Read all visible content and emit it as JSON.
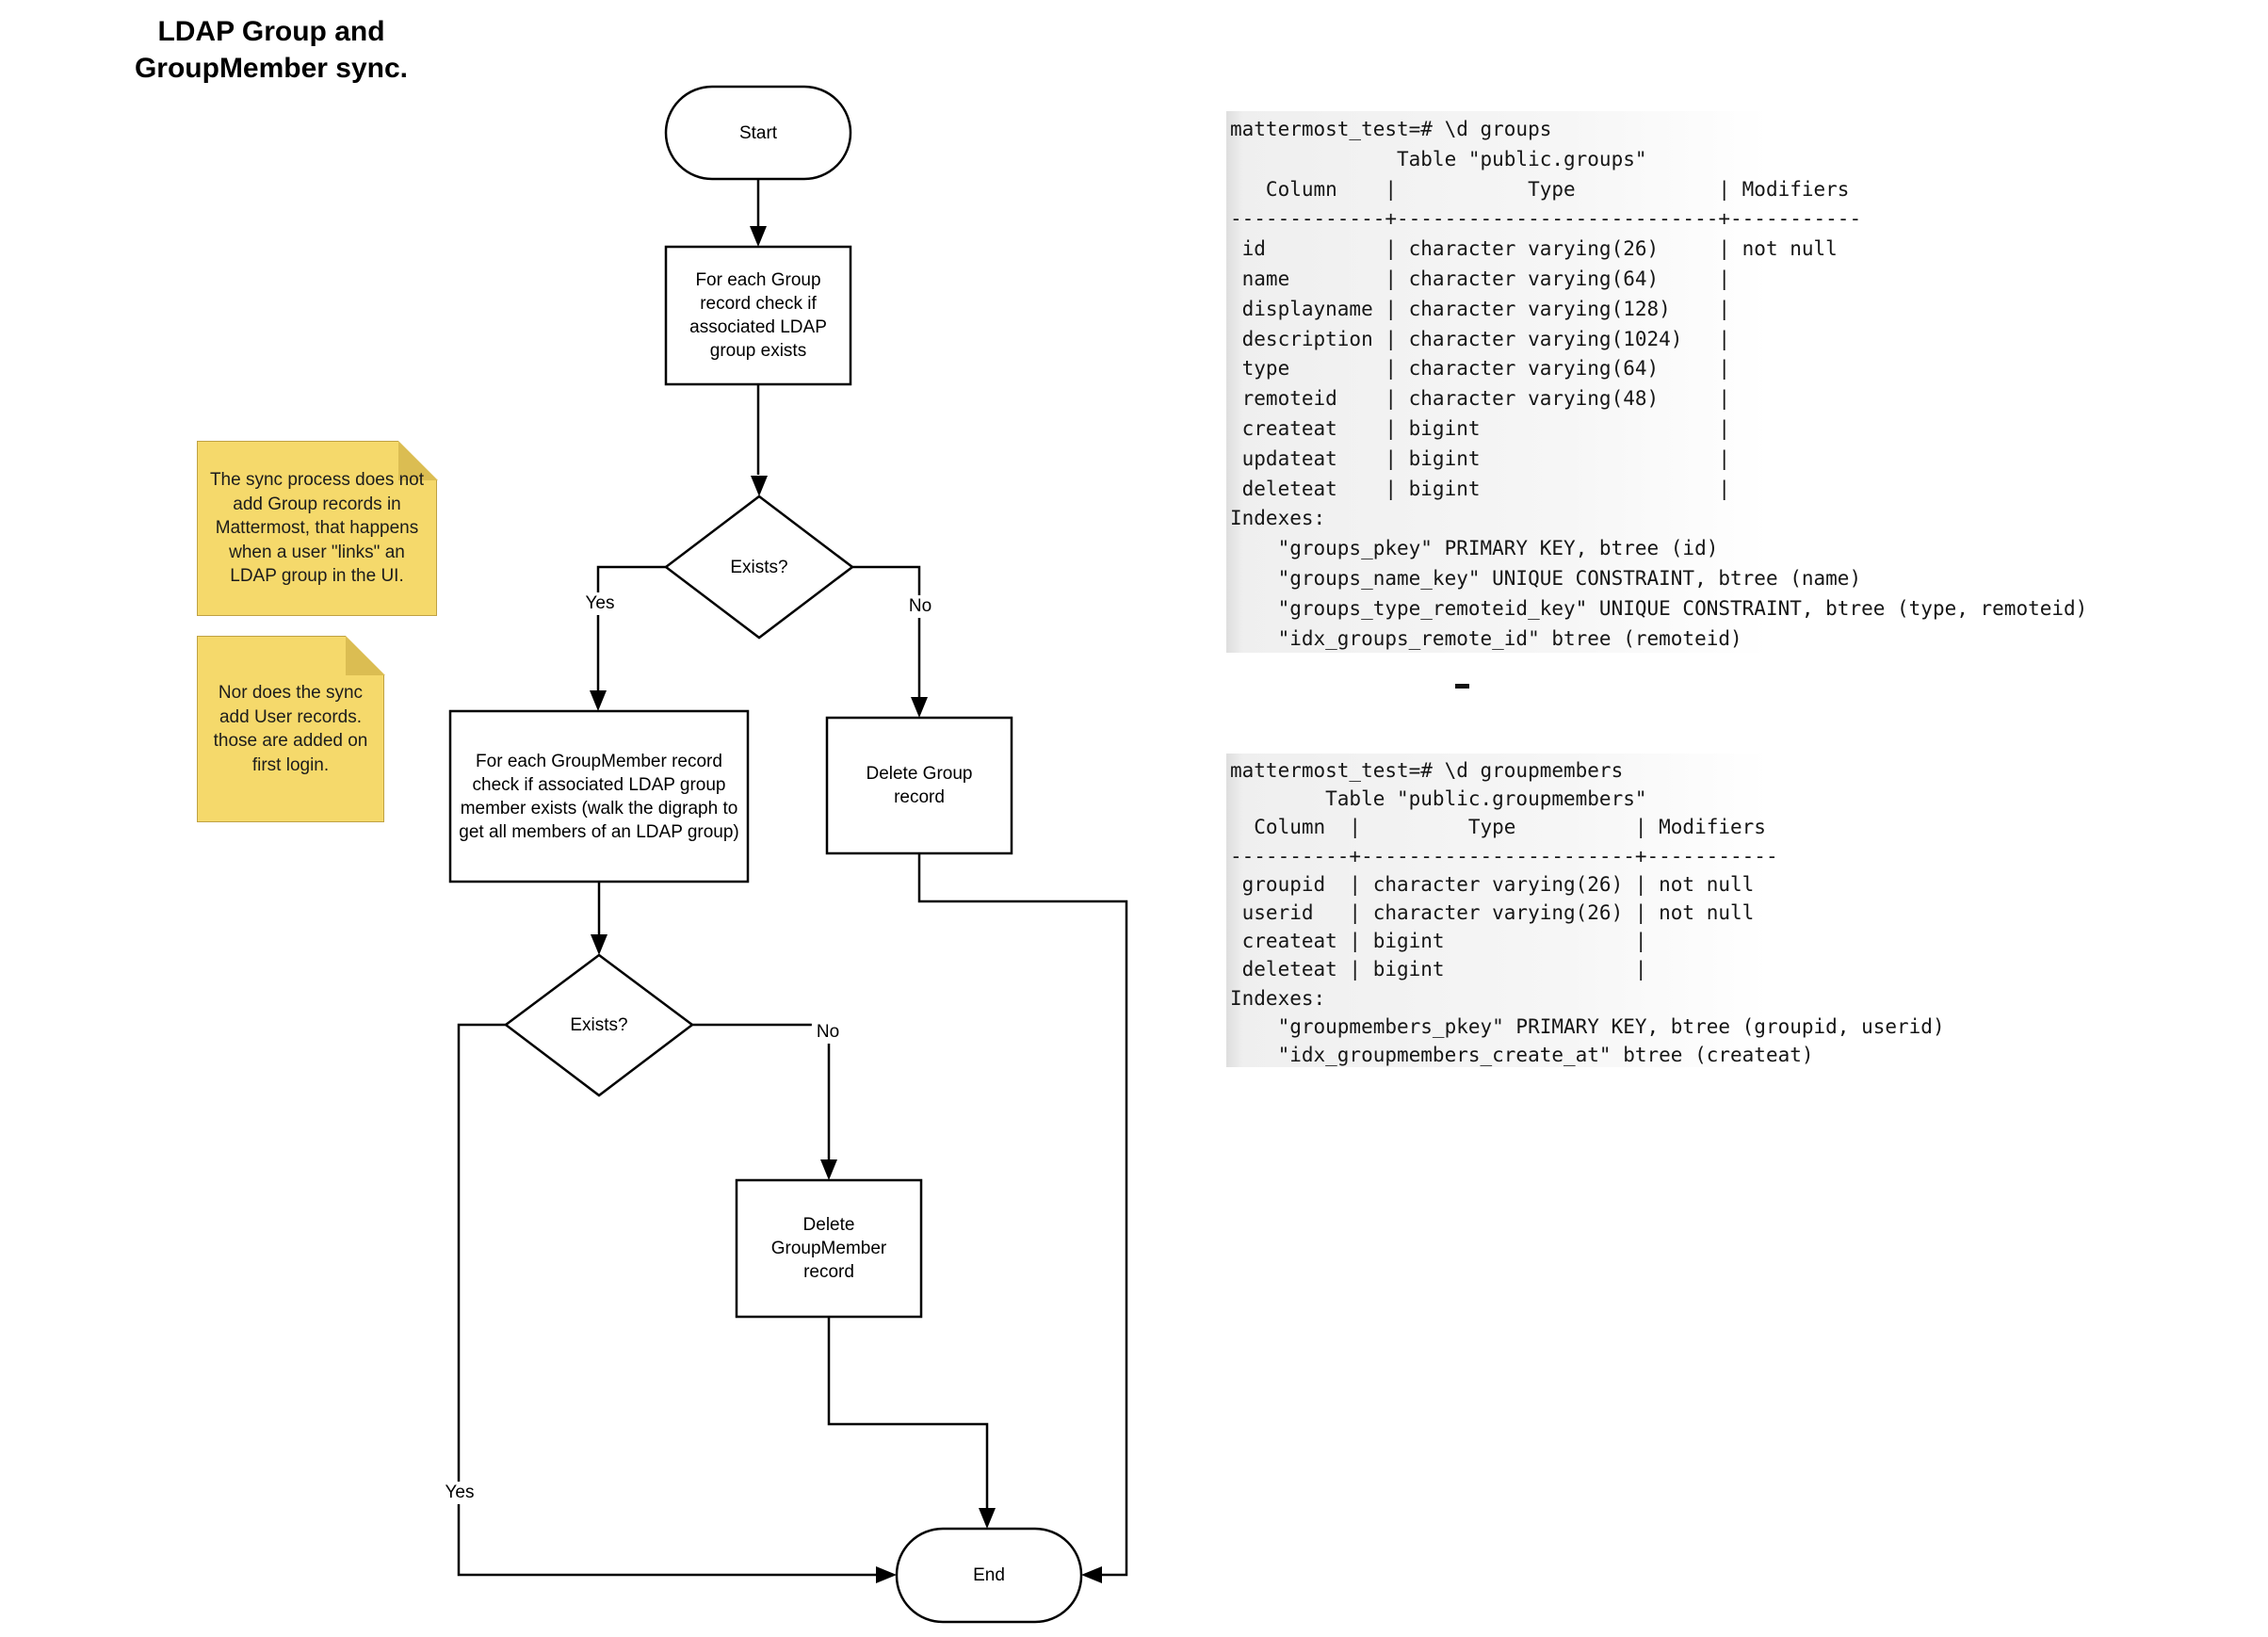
{
  "title": {
    "line1": "LDAP Group and",
    "line2": "GroupMember sync."
  },
  "flowchart": {
    "start_label": "Start",
    "process_group_check": "For each Group record check if associated LDAP group exists",
    "decision_group_exists": "Exists?",
    "decision_group_yes": "Yes",
    "decision_group_no": "No",
    "delete_group": "Delete Group record",
    "process_groupmember_check": "For each GroupMember record check if associated LDAP group member exists (walk the digraph to get all members of an LDAP group)",
    "decision_member_exists": "Exists?",
    "decision_member_yes": "Yes",
    "decision_member_no": "No",
    "delete_groupmember": "Delete GroupMember record",
    "end_label": "End"
  },
  "notes": {
    "note1": "The sync process does not add Group records in Mattermost, that happens when a user \"links\" an LDAP group in the UI.",
    "note2": "Nor does the sync add User records. those are added on first login."
  },
  "terminals": {
    "groups": "mattermost_test=# \\d groups\n              Table \"public.groups\"\n   Column    |           Type            | Modifiers\n-------------+---------------------------+-----------\n id          | character varying(26)     | not null\n name        | character varying(64)     |\n displayname | character varying(128)    |\n description | character varying(1024)   |\n type        | character varying(64)     |\n remoteid    | character varying(48)     |\n createat    | bigint                    |\n updateat    | bigint                    |\n deleteat    | bigint                    |\nIndexes:\n    \"groups_pkey\" PRIMARY KEY, btree (id)\n    \"groups_name_key\" UNIQUE CONSTRAINT, btree (name)\n    \"groups_type_remoteid_key\" UNIQUE CONSTRAINT, btree (type, remoteid)\n    \"idx_groups_remote_id\" btree (remoteid)",
    "groupmembers": "mattermost_test=# \\d groupmembers\n        Table \"public.groupmembers\"\n  Column  |         Type          | Modifiers\n----------+-----------------------+-----------\n groupid  | character varying(26) | not null\n userid   | character varying(26) | not null\n createat | bigint                |\n deleteat | bigint                |\nIndexes:\n    \"groupmembers_pkey\" PRIMARY KEY, btree (groupid, userid)\n    \"idx_groupmembers_create_at\" btree (createat)"
  },
  "colors": {
    "line": "#000000",
    "note_fill": "#F5D96B",
    "note_fold": "#DBBD52",
    "note_border": "#BFA143",
    "terminal_bg_left": "#DEDEDE"
  }
}
